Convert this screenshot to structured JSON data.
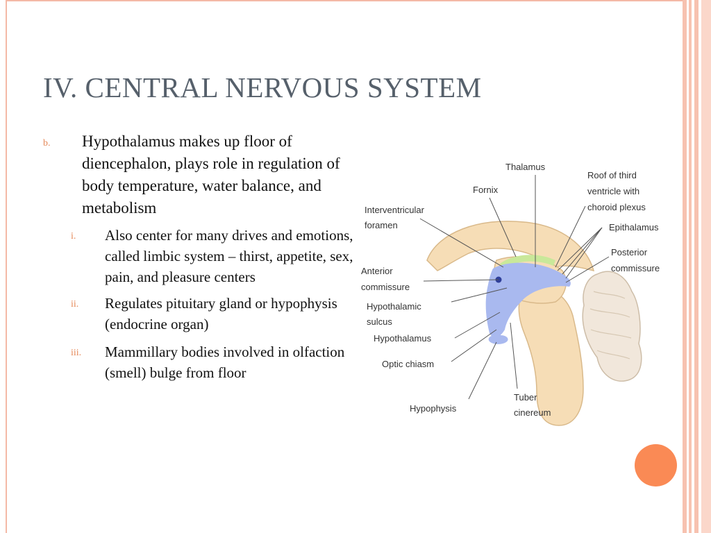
{
  "slide": {
    "title": "IV. CENTRAL NERVOUS SYSTEM",
    "point": {
      "marker": "b.",
      "text": "Hypothalamus makes up floor of diencephalon, plays role in regulation of body temperature, water balance, and metabolism",
      "subpoints": [
        {
          "marker": "i.",
          "text": "Also center for many drives and emotions, called limbic system – thirst, appetite, sex, pain, and pleasure centers"
        },
        {
          "marker": "ii.",
          "text": "Regulates pituitary gland or hypophysis (endocrine organ)"
        },
        {
          "marker": "iii.",
          "text": "Mammillary bodies involved in olfaction (smell) bulge from floor"
        }
      ]
    }
  },
  "diagram": {
    "labels": {
      "thalamus": "Thalamus",
      "fornix": "Fornix",
      "roof_line1": "Roof of third",
      "roof_line2": "ventricle with",
      "roof_line3": "choroid plexus",
      "epithalamus": "Epithalamus",
      "interventricular_line1": "Interventricular",
      "interventricular_line2": "foramen",
      "posterior_line1": "Posterior",
      "posterior_line2": "commissure",
      "anterior_line1": "Anterior",
      "anterior_line2": "commissure",
      "hypothalamic_line1": "Hypothalamic",
      "hypothalamic_line2": "sulcus",
      "hypothalamus": "Hypothalamus",
      "optic_chiasm": "Optic chiasm",
      "hypophysis": "Hypophysis",
      "tuber_line1": "Tuber",
      "tuber_line2": "cinereum"
    },
    "colors": {
      "brain": "#f6ddb6",
      "brain_outline": "#d9b98a",
      "hypothalamus_region": "#a9b9ef",
      "choroid": "#c9e89a",
      "cerebellum": "#f1e7db"
    }
  }
}
